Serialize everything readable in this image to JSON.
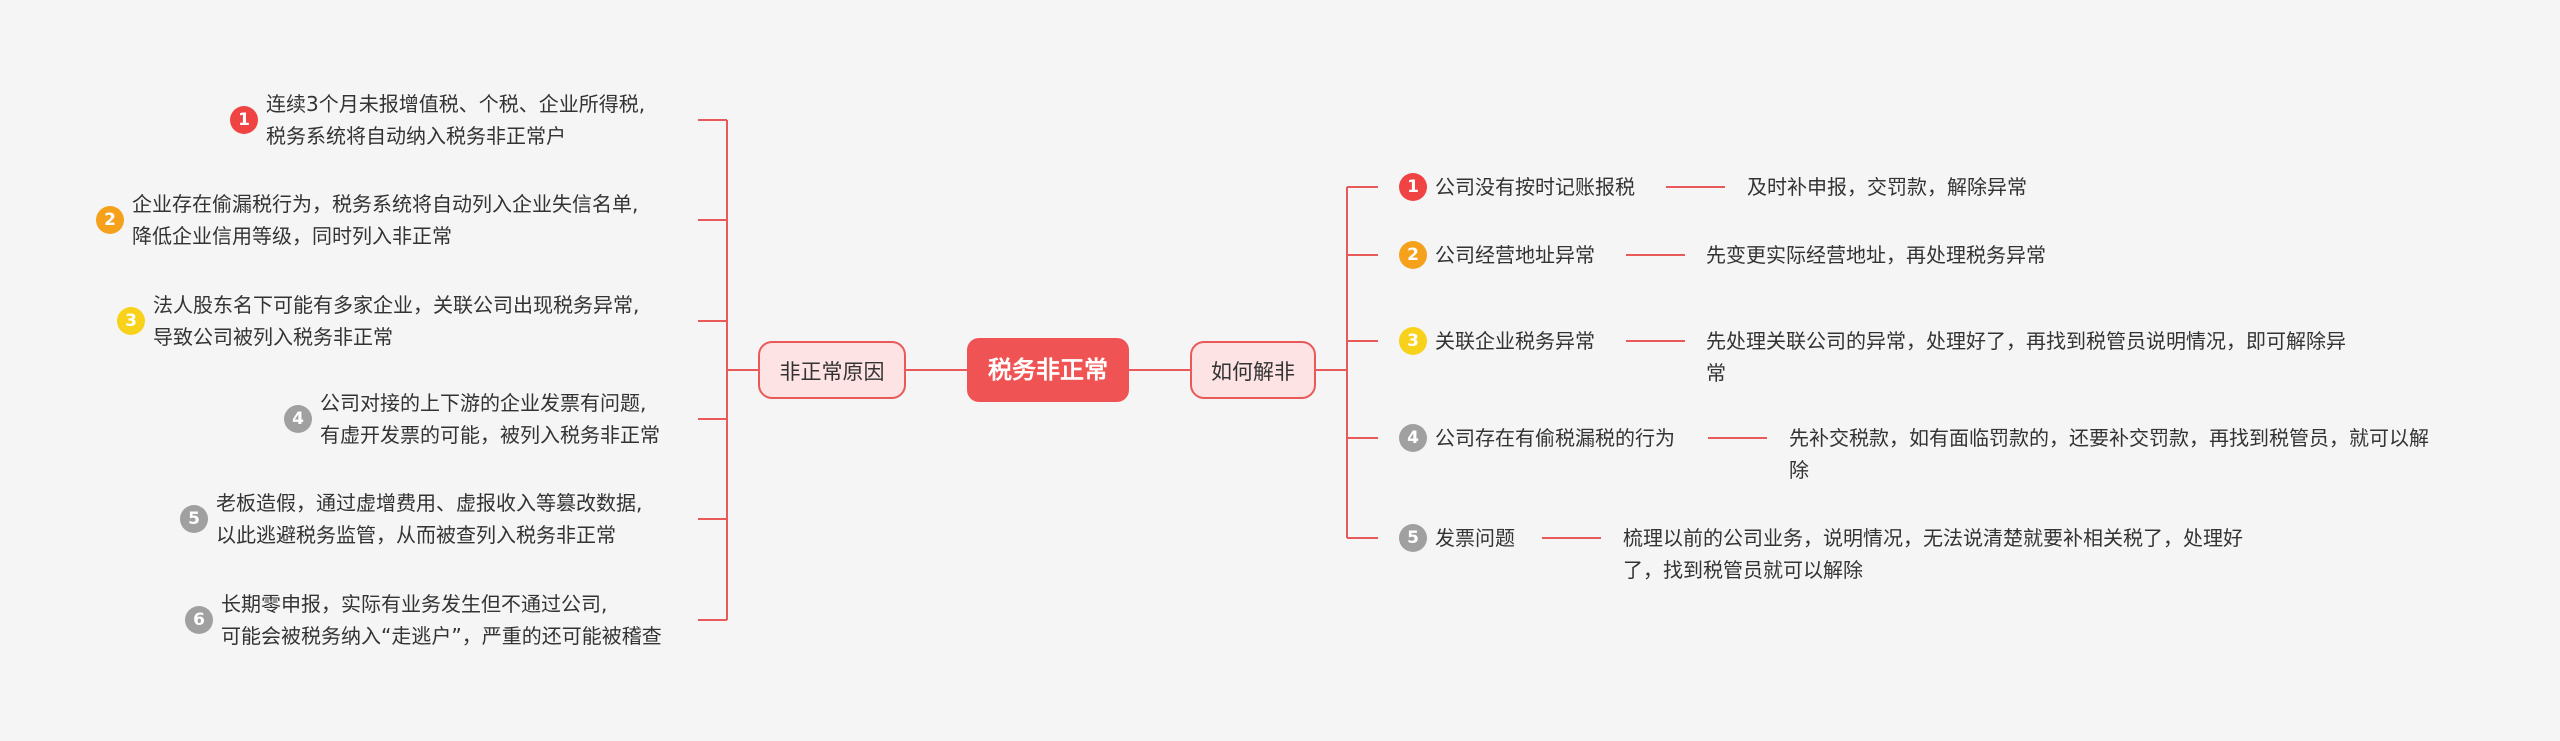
{
  "center": {
    "label": "税务非正常"
  },
  "left_branch": {
    "label": "非正常原因",
    "items": [
      {
        "num": "1",
        "color": "#f04444",
        "lines": [
          "连续3个月未报增值税、个税、企业所得税,",
          "税务系统将自动纳入税务非正常户"
        ]
      },
      {
        "num": "2",
        "color": "#f5a11c",
        "lines": [
          "企业存在偷漏税行为，税务系统将自动列入企业失信名单,",
          "降低企业信用等级，同时列入非正常"
        ]
      },
      {
        "num": "3",
        "color": "#f8d21a",
        "lines": [
          "法人股东名下可能有多家企业，关联公司出现税务异常,",
          "导致公司被列入税务非正常"
        ]
      },
      {
        "num": "4",
        "color": "#a0a0a0",
        "lines": [
          "公司对接的上下游的企业发票有问题,",
          "有虚开发票的可能，被列入税务非正常"
        ]
      },
      {
        "num": "5",
        "color": "#a0a0a0",
        "lines": [
          "老板造假，通过虚增费用、虚报收入等篡改数据,",
          "以此逃避税务监管，从而被查列入税务非正常"
        ]
      },
      {
        "num": "6",
        "color": "#a0a0a0",
        "lines": [
          "长期零申报，实际有业务发生但不通过公司,",
          "可能会被税务纳入“走逃户”，严重的还可能被稽查"
        ]
      }
    ]
  },
  "right_branch": {
    "label": "如何解非",
    "items": [
      {
        "num": "1",
        "color": "#f04444",
        "label": "公司没有按时记账报税",
        "solution": [
          "及时补申报，交罚款，解除异常"
        ]
      },
      {
        "num": "2",
        "color": "#f5a11c",
        "label": "公司经营地址异常",
        "solution": [
          "先变更实际经营地址，再处理税务异常"
        ]
      },
      {
        "num": "3",
        "color": "#f8d21a",
        "label": "关联企业税务异常",
        "solution": [
          "先处理关联公司的异常，处理好了，再找到税管员说明情况，即可解除异",
          "常"
        ]
      },
      {
        "num": "4",
        "color": "#a0a0a0",
        "label": "公司存在有偷税漏税的行为",
        "solution": [
          "先补交税款，如有面临罚款的，还要补交罚款，再找到税管员，就可以解",
          "除"
        ]
      },
      {
        "num": "5",
        "color": "#a0a0a0",
        "label": "发票问题",
        "solution": [
          "梳理以前的公司业务，说明情况，无法说清楚就要补相关税了，处理好",
          "了，找到税管员就可以解除"
        ]
      }
    ]
  }
}
